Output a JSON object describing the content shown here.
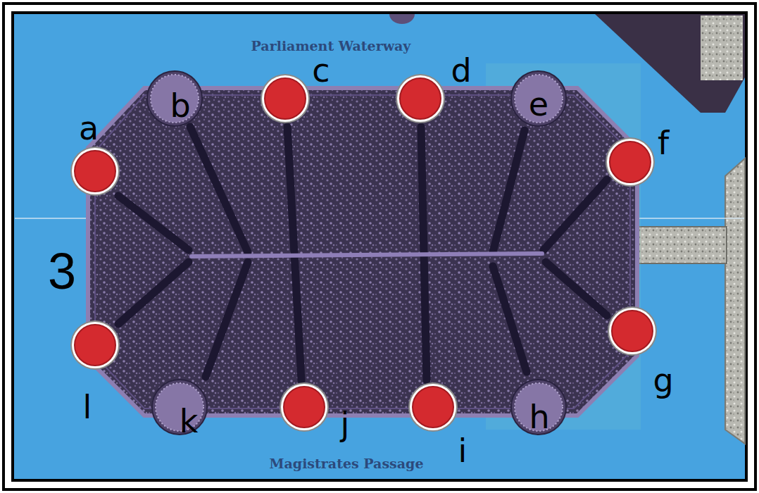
{
  "diagram": {
    "nodes": [
      {
        "text": [
          "a"
        ]
      },
      {
        "text": [
          "b"
        ]
      },
      {
        "text": [
          "c"
        ]
      },
      {
        "text": [
          "d"
        ]
      },
      {
        "text": [
          "e"
        ]
      },
      {
        "text": [
          "f"
        ]
      },
      {
        "text": [
          "g"
        ]
      },
      {
        "text": [
          "h"
        ]
      },
      {
        "text": [
          "i"
        ]
      },
      {
        "text": [
          "j"
        ]
      },
      {
        "text": [
          "k"
        ]
      },
      {
        "text": [
          "l"
        ]
      }
    ],
    "edges": [],
    "labels": [
      "Parliament Waterway",
      "3",
      "Magistrates Passage"
    ]
  }
}
